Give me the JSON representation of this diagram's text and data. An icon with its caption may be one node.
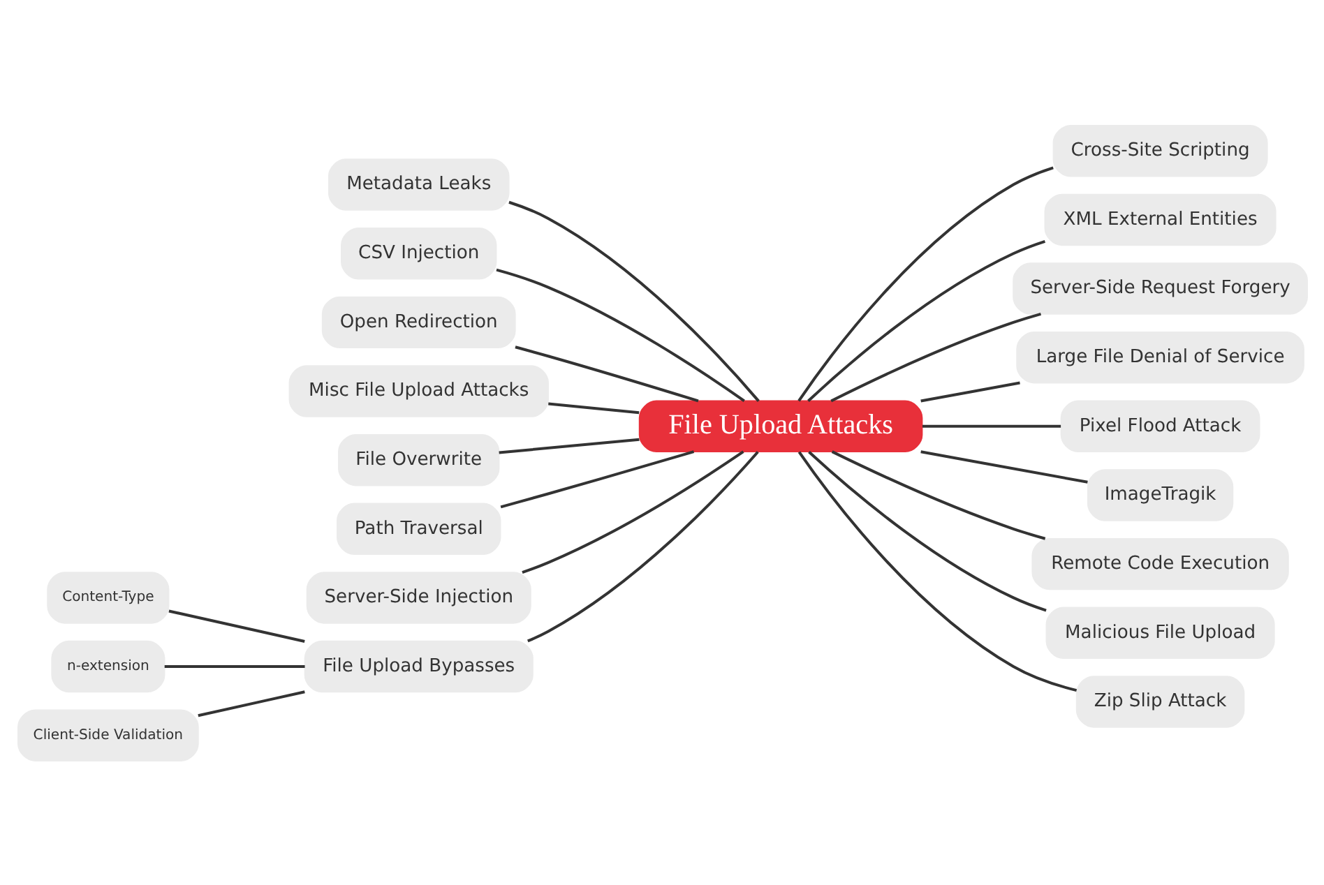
{
  "diagram": {
    "nodes": [
      {
        "text": [
          "File Upload Attacks"
        ]
      },
      {
        "text": [
          "Metadata Leaks"
        ]
      },
      {
        "text": [
          "CSV Injection"
        ]
      },
      {
        "text": [
          "Open Redirection"
        ]
      },
      {
        "text": [
          "Misc File Upload Attacks"
        ]
      },
      {
        "text": [
          "File Overwrite"
        ]
      },
      {
        "text": [
          "Path Traversal"
        ]
      },
      {
        "text": [
          "Server-Side Injection"
        ]
      },
      {
        "text": [
          "File Upload Bypasses"
        ]
      },
      {
        "text": [
          "Content-Type"
        ]
      },
      {
        "text": [
          "n-extension"
        ]
      },
      {
        "text": [
          "Client-Side Validation"
        ]
      },
      {
        "text": [
          "Cross-Site Scripting"
        ]
      },
      {
        "text": [
          "XML External Entities"
        ]
      },
      {
        "text": [
          "Server-Side Request Forgery"
        ]
      },
      {
        "text": [
          "Large File Denial of Service"
        ]
      },
      {
        "text": [
          "Pixel Flood Attack"
        ]
      },
      {
        "text": [
          "ImageTragik"
        ]
      },
      {
        "text": [
          "Remote Code Execution"
        ]
      },
      {
        "text": [
          "Malicious File Upload"
        ]
      },
      {
        "text": [
          "Zip Slip Attack"
        ]
      }
    ],
    "edges": [
      {
        "from": 0,
        "to": 1,
        "arrow": "none"
      },
      {
        "from": 0,
        "to": 2,
        "arrow": "none"
      },
      {
        "from": 0,
        "to": 3,
        "arrow": "none"
      },
      {
        "from": 0,
        "to": 4,
        "arrow": "none"
      },
      {
        "from": 0,
        "to": 5,
        "arrow": "none"
      },
      {
        "from": 0,
        "to": 6,
        "arrow": "none"
      },
      {
        "from": 0,
        "to": 7,
        "arrow": "none"
      },
      {
        "from": 0,
        "to": 8,
        "arrow": "none"
      },
      {
        "from": 8,
        "to": 9,
        "arrow": "none"
      },
      {
        "from": 8,
        "to": 10,
        "arrow": "none"
      },
      {
        "from": 8,
        "to": 11,
        "arrow": "none"
      },
      {
        "from": 0,
        "to": 12,
        "arrow": "none"
      },
      {
        "from": 0,
        "to": 13,
        "arrow": "none"
      },
      {
        "from": 0,
        "to": 14,
        "arrow": "none"
      },
      {
        "from": 0,
        "to": 15,
        "arrow": "none"
      },
      {
        "from": 0,
        "to": 16,
        "arrow": "none"
      },
      {
        "from": 0,
        "to": 17,
        "arrow": "none"
      },
      {
        "from": 0,
        "to": 18,
        "arrow": "none"
      },
      {
        "from": 0,
        "to": 19,
        "arrow": "none"
      },
      {
        "from": 0,
        "to": 20,
        "arrow": "none"
      }
    ]
  }
}
